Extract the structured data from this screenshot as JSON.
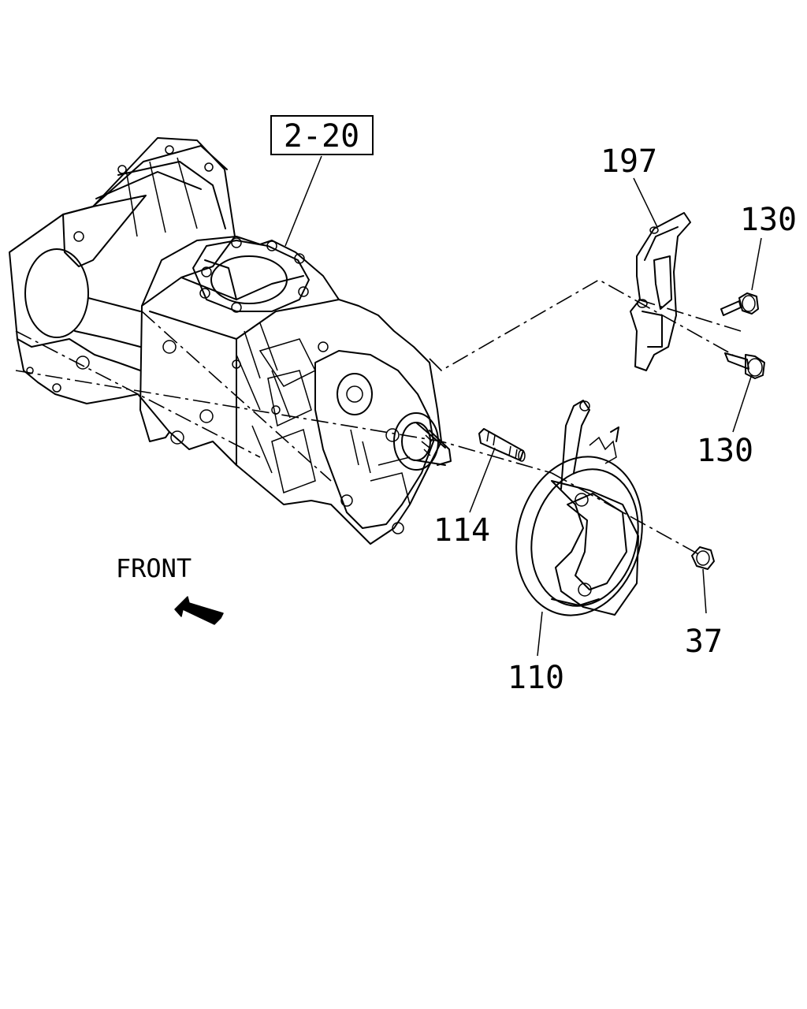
{
  "ref_box": {
    "label": "2-20"
  },
  "callouts": [
    {
      "id": "bracket",
      "label": "197"
    },
    {
      "id": "bolt-upper",
      "label": "130"
    },
    {
      "id": "bolt-lower",
      "label": "130"
    },
    {
      "id": "stud",
      "label": "114"
    },
    {
      "id": "brake-assembly",
      "label": "110"
    },
    {
      "id": "nut",
      "label": "37"
    }
  ],
  "front_indicator": {
    "label": "FRONT",
    "icon": "arrow-up-left-icon"
  }
}
